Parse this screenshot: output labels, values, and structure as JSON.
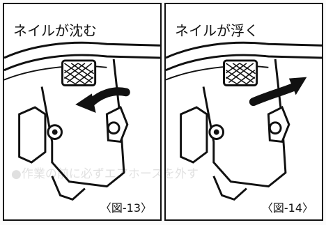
{
  "panels": [
    {
      "title": "ネイルが沈む",
      "caption": "〈図-13〉"
    },
    {
      "title": "ネイルが浮く",
      "caption": "〈図-14〉"
    }
  ],
  "bleed_through_text": "●作業の前に必ずエアホースを外す"
}
